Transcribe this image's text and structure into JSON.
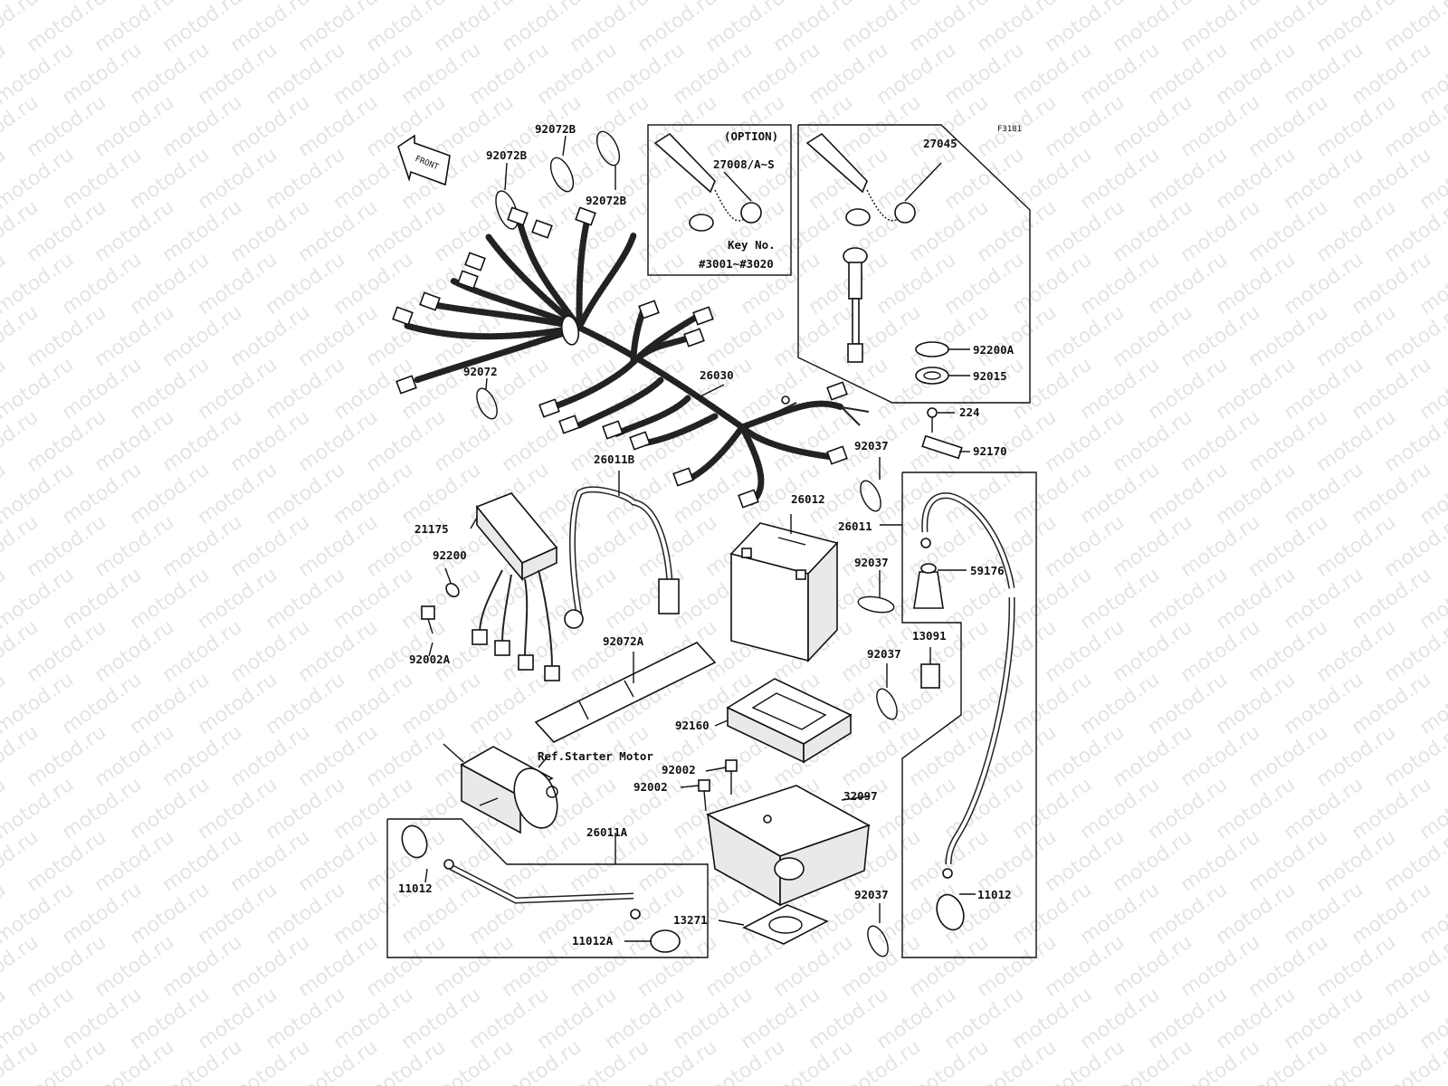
{
  "watermark": "motod.ru",
  "figure_code": "F3181",
  "front_label": "FRONT",
  "option_box": {
    "title": "(OPTION)",
    "part": "27008/A~S",
    "key_no_label": "Key No.",
    "key_range": "#3001~#3020"
  },
  "callouts": {
    "c92072B_a": "92072B",
    "c92072B_b": "92072B",
    "c92072B_c": "92072B",
    "c27045": "27045",
    "c92200A": "92200A",
    "c92015": "92015",
    "c224": "224",
    "c92170": "92170",
    "c92072": "92072",
    "c26030": "26030",
    "c26011B": "26011B",
    "c92037_a": "92037",
    "c26012": "26012",
    "c26011": "26011",
    "c21175": "21175",
    "c92200": "92200",
    "c92037_b": "92037",
    "c59176": "59176",
    "c92002A": "92002A",
    "c13091": "13091",
    "c92072A": "92072A",
    "c92037_c": "92037",
    "c92160": "92160",
    "c_ref_starter": "Ref.Starter Motor",
    "c92002_a": "92002",
    "c92002_b": "92002",
    "c32097": "32097",
    "c26011A": "26011A",
    "c11012_a": "11012",
    "c92037_d": "92037",
    "c11012_b": "11012",
    "c13271": "13271",
    "c11012A": "11012A"
  }
}
